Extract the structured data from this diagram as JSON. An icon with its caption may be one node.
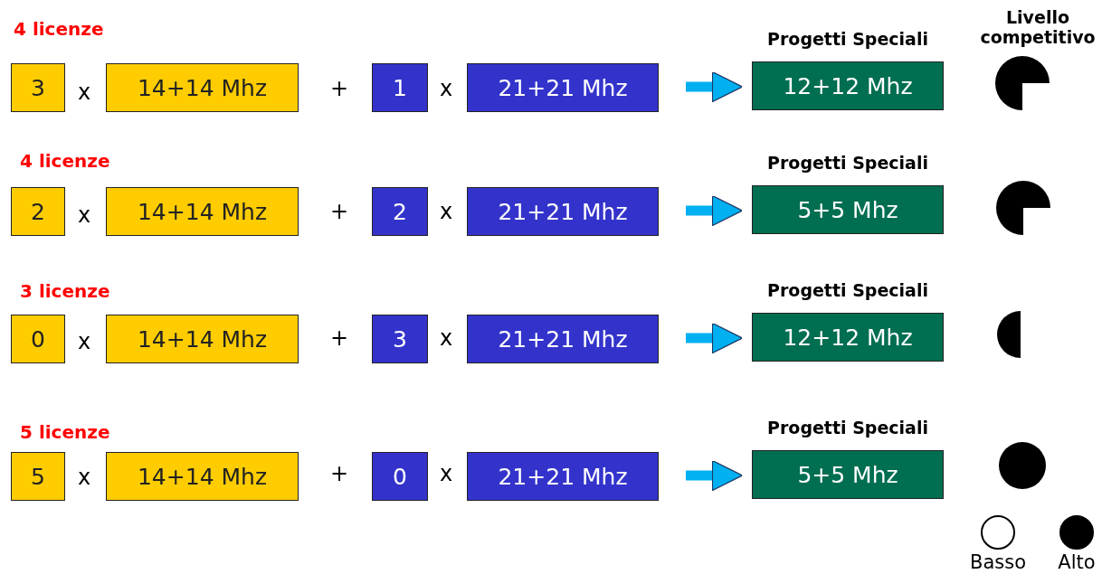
{
  "diagram": {
    "nodes": [
      {
        "text": [
          "3"
        ]
      },
      {
        "text": [
          "14+14 Mhz"
        ]
      },
      {
        "text": [
          "1"
        ]
      },
      {
        "text": [
          "21+21 Mhz"
        ]
      },
      {
        "text": [
          "Progetti Speciali",
          "12+12 Mhz"
        ]
      },
      {
        "text": [
          "2"
        ]
      },
      {
        "text": [
          "14+14 Mhz"
        ]
      },
      {
        "text": [
          "2"
        ]
      },
      {
        "text": [
          "21+21 Mhz"
        ]
      },
      {
        "text": [
          "Progetti Speciali",
          "5+5 Mhz"
        ]
      },
      {
        "text": [
          "0"
        ]
      },
      {
        "text": [
          "14+14 Mhz"
        ]
      },
      {
        "text": [
          "3"
        ]
      },
      {
        "text": [
          "21+21 Mhz"
        ]
      },
      {
        "text": [
          "Progetti Speciali",
          "12+12 Mhz"
        ]
      },
      {
        "text": [
          "5"
        ]
      },
      {
        "text": [
          "14+14 Mhz"
        ]
      },
      {
        "text": [
          "0"
        ]
      },
      {
        "text": [
          "21+21 Mhz"
        ]
      },
      {
        "text": [
          "Progetti Speciali",
          "5+5 Mhz"
        ]
      }
    ],
    "edges": [
      {
        "from": 3,
        "to": 4,
        "arrow": "to"
      },
      {
        "from": 8,
        "to": 9,
        "arrow": "to"
      },
      {
        "from": 13,
        "to": 14,
        "arrow": "to"
      },
      {
        "from": 18,
        "to": 19,
        "arrow": "to"
      }
    ],
    "labels": [
      "Livello competitivo",
      "4 licenze",
      "x",
      "+",
      "x",
      "4 licenze",
      "x",
      "+",
      "x",
      "3 licenze",
      "x",
      "+",
      "x",
      "5 licenze",
      "x",
      "+",
      "x"
    ],
    "legend": [
      {
        "text": "Basso"
      },
      {
        "text": "Alto"
      }
    ]
  }
}
